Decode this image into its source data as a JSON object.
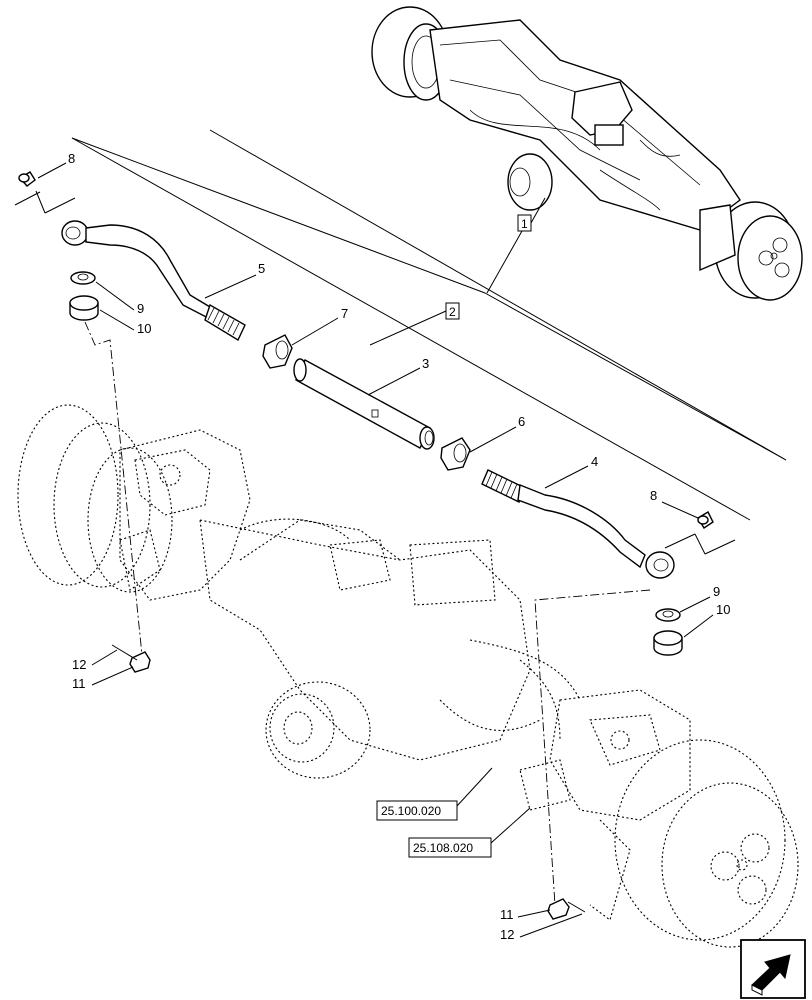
{
  "callouts": {
    "c1": "1",
    "c2": "2",
    "c3": "3",
    "c4": "4",
    "c5": "5",
    "c6": "6",
    "c7": "7",
    "c8_top": "8",
    "c8_right": "8",
    "c9_left": "9",
    "c9_right": "9",
    "c10_left": "10",
    "c10_right": "10",
    "c11_left": "11",
    "c11_bottom": "11",
    "c12_left": "12",
    "c12_bottom": "12"
  },
  "references": {
    "ref_a": "25.100.020",
    "ref_b": "25.108.020"
  },
  "icons": {
    "nav": "next-page-arrow-icon"
  }
}
